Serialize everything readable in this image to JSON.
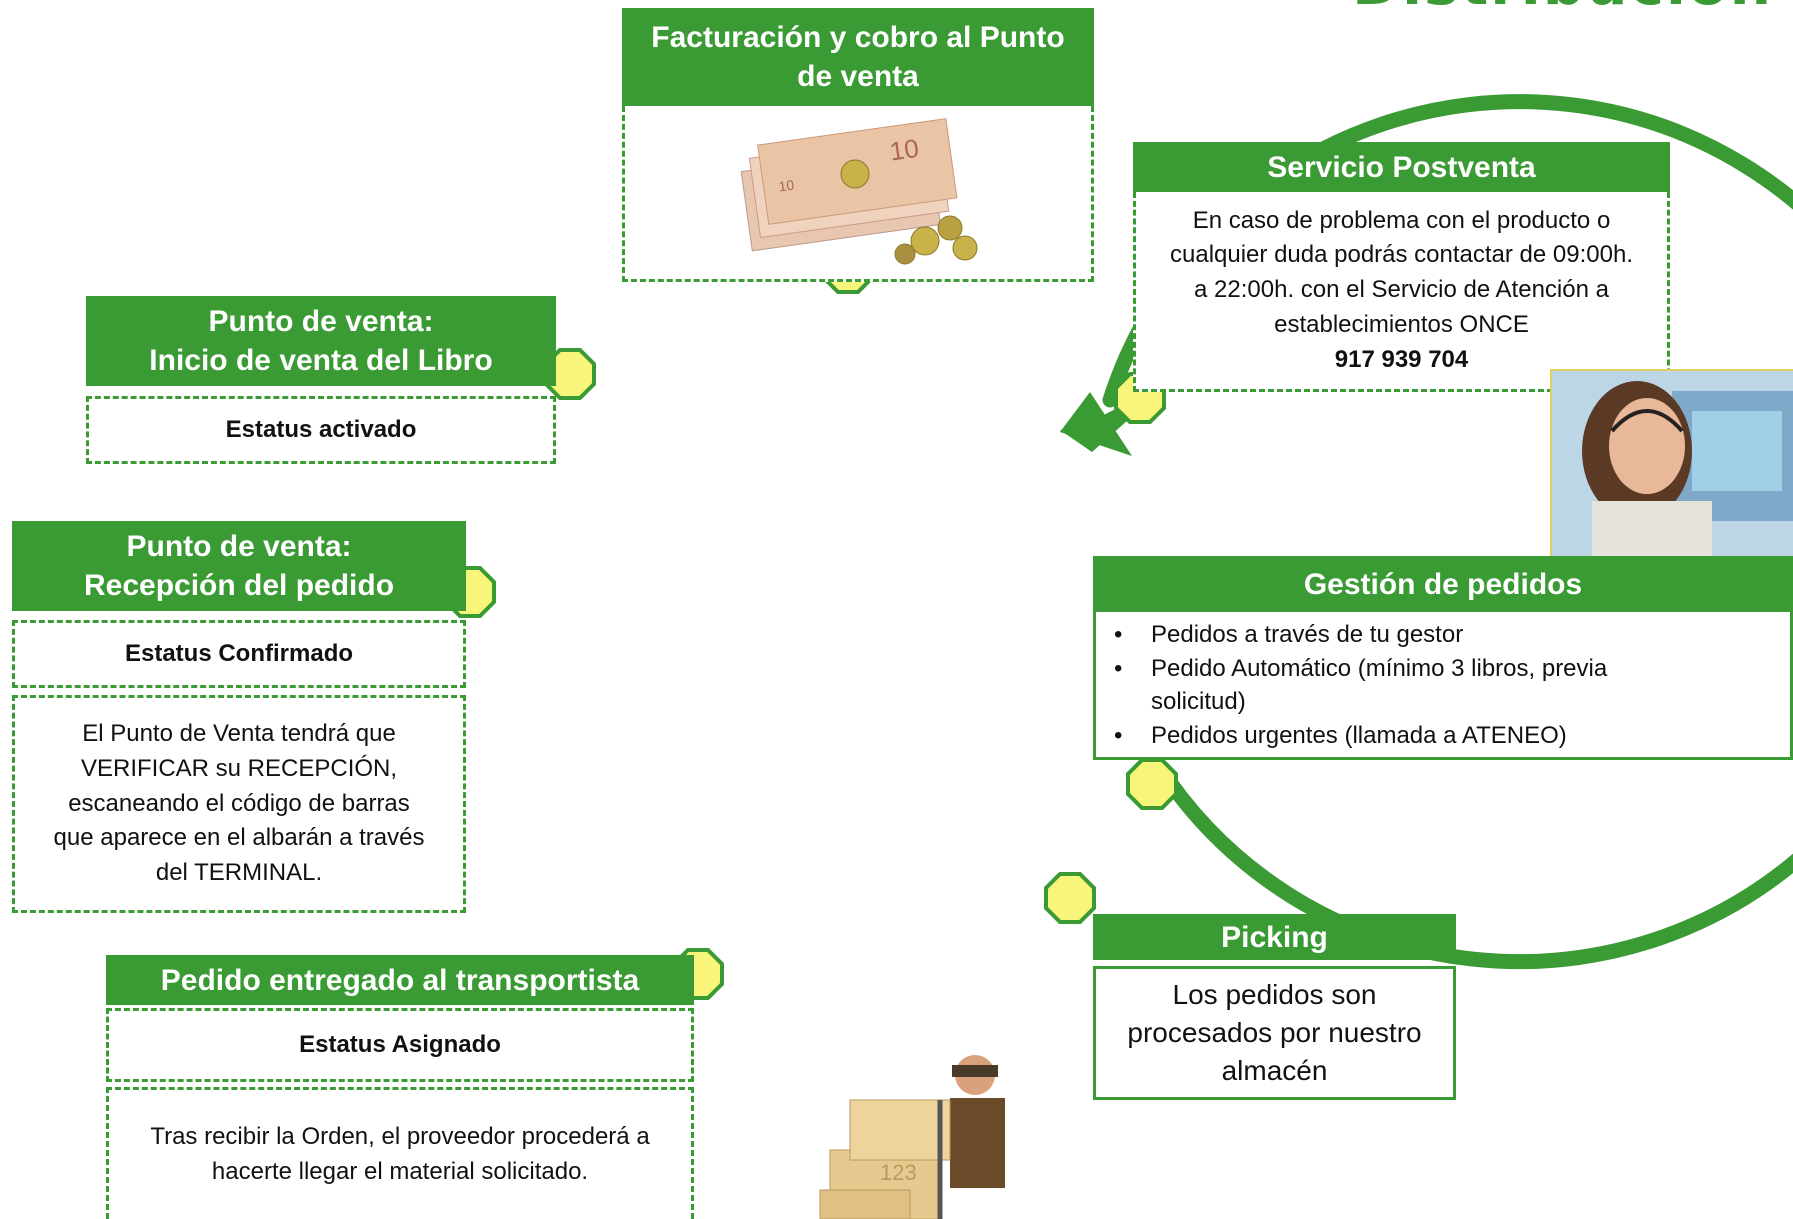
{
  "title": "Distribución",
  "colors": {
    "green": "#3a9a33",
    "node_fill": "#f7f57a",
    "node_stroke": "#3a9a33"
  },
  "billing": {
    "header": "Facturación y cobro al Punto de venta",
    "image": "euro-banknotes-and-coins"
  },
  "postsale": {
    "header": "Servicio Postventa",
    "text": "En caso de problema con el producto o cualquier duda podrás contactar de 09:00h. a 22:00h. con el Servicio de Atención a establecimientos ONCE",
    "phone": "917 939 704",
    "image": "call-center-operator"
  },
  "start_sale": {
    "header_line1": "Punto de venta:",
    "header_line2": "Inicio de venta del Libro",
    "status": "Estatus activado"
  },
  "reception": {
    "header_line1": "Punto de venta:",
    "header_line2": "Recepción del pedido",
    "status": "Estatus Confirmado",
    "text": "El Punto de Venta tendrá que VERIFICAR su RECEPCIÓN, escaneando el código de barras que aparece en el albarán a través del TERMINAL."
  },
  "orders": {
    "header": "Gestión de pedidos",
    "items": [
      "Pedidos a través de tu gestor",
      "Pedido Automático (mínimo 3 libros, previa solicitud)",
      "Pedidos urgentes (llamada a ATENEO)"
    ]
  },
  "picking": {
    "header": "Picking",
    "text": "Los pedidos son procesados por nuestro almacén"
  },
  "delivered": {
    "header": "Pedido entregado al transportista",
    "status": "Estatus Asignado",
    "text": "Tras recibir la Orden, el proveedor procederá a hacerte llegar el material solicitado.",
    "image": "delivery-man-with-boxes"
  }
}
